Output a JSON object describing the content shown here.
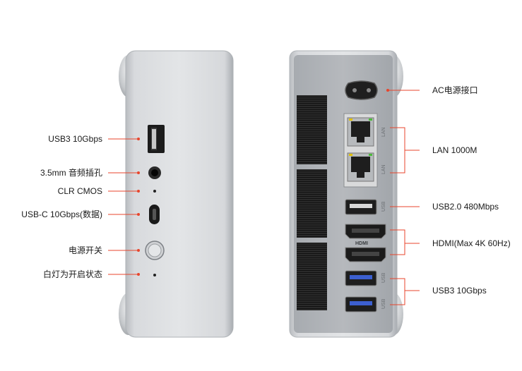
{
  "accent_color": "#e8452c",
  "left_panel": {
    "labels": [
      {
        "id": "usb3",
        "text": "USB3 10Gbps"
      },
      {
        "id": "audio",
        "text": "3.5mm 音频插孔"
      },
      {
        "id": "clr",
        "text": "CLR CMOS"
      },
      {
        "id": "usbc",
        "text": "USB-C 10Gbps(数据)"
      },
      {
        "id": "power",
        "text": "电源开关"
      },
      {
        "id": "led",
        "text": "白灯为开启状态"
      }
    ]
  },
  "right_panel": {
    "labels": [
      {
        "id": "ac",
        "text": "AC电源接口"
      },
      {
        "id": "lan",
        "text": "LAN 1000M"
      },
      {
        "id": "usb2",
        "text": "USB2.0 480Mbps"
      },
      {
        "id": "hdmi",
        "text": "HDMI(Max 4K 60Hz)"
      },
      {
        "id": "usb3r",
        "text": "USB3 10Gbps"
      }
    ],
    "port_marks": {
      "lan_top": "LAN",
      "lan_bottom": "LAN",
      "usb2": "USB",
      "usb3_top": "USB",
      "usb3_bottom": "USB",
      "hdmi_logo": "HDMI"
    }
  }
}
